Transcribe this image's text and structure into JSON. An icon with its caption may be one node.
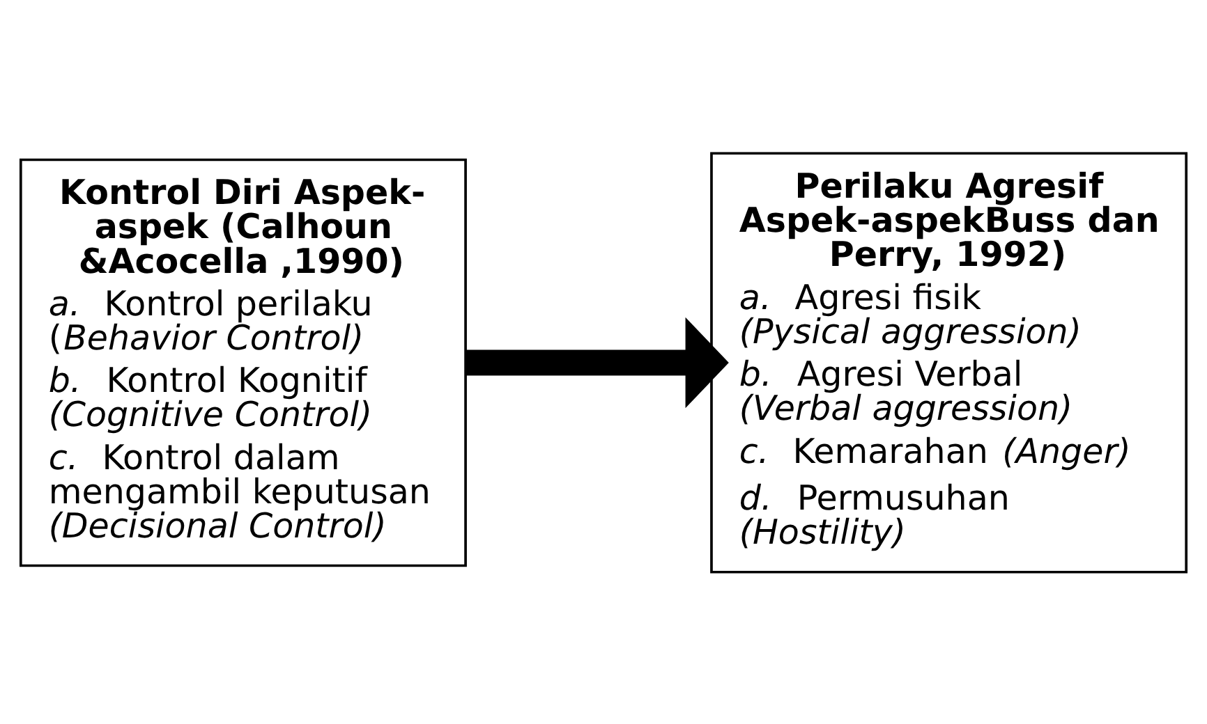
{
  "diagram": {
    "nodes": [
      {
        "text": [
          "Kontrol Diri Aspek-aspek (Calhoun &Acocella ,1990)",
          "*a.* Kontrol perilaku (*Behavior Control)*",
          "*b.* Kontrol Kognitif *(Cognitive Control)*",
          "*c.* Kontrol dalam mengambil keputusan *(Decisional Control)*"
        ]
      },
      {
        "text": [
          "Perilaku Agresif Aspek-aspekBuss dan Perry, 1992)",
          "*a.* Agresi fisik *(Pysical aggression)*",
          "*b.* Agresi Verbal *(Verbal aggression)*",
          "*c.* Kemarahan *(Anger)*",
          "*d.* Permusuhan *(Hostility)*"
        ]
      }
    ],
    "edges": [
      {
        "from": 0,
        "to": 1,
        "arrow": "to"
      }
    ]
  }
}
